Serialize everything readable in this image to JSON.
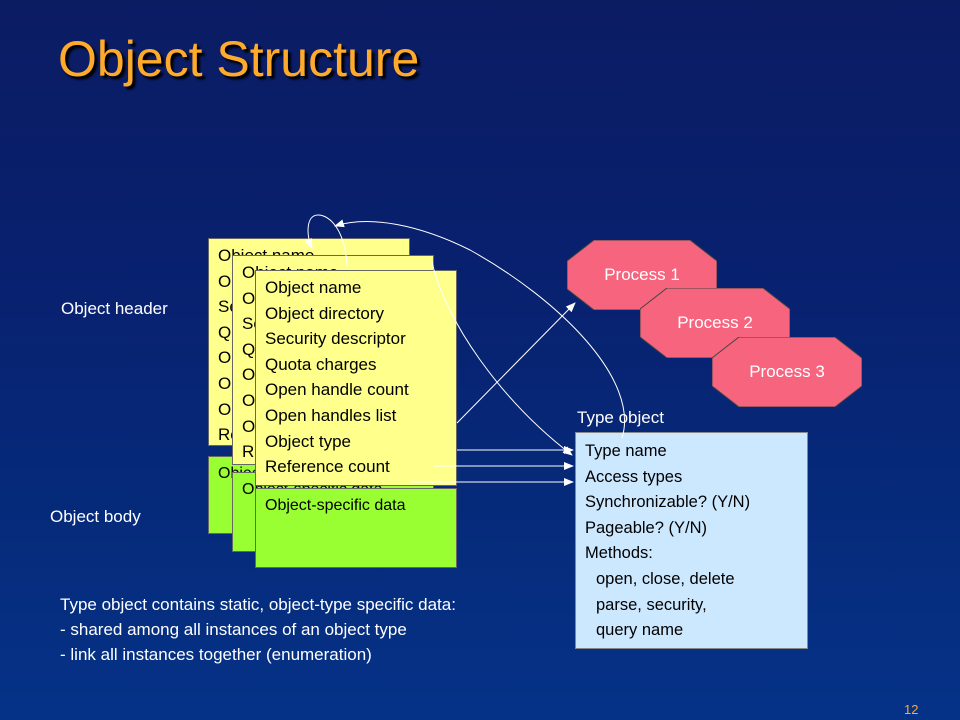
{
  "title": "Object Structure",
  "labels": {
    "object_header": "Object header",
    "object_body": "Object body",
    "type_object": "Type object"
  },
  "header_fields": [
    "Object name",
    "Object directory",
    "Security descriptor",
    "Quota charges",
    "Open handle count",
    "Open handles list",
    "Object type",
    "Reference count"
  ],
  "body_text": "Object-specific data",
  "processes": [
    "Process 1",
    "Process 2",
    "Process 3"
  ],
  "type_fields": [
    "Type name",
    "Access types",
    "Synchronizable? (Y/N)",
    "Pageable? (Y/N)",
    "Methods:",
    "open, close, delete",
    "parse, security,",
    "query name"
  ],
  "notes": [
    "Type object contains static, object-type specific data:",
    "- shared among all instances of an object type",
    "- link all instances together (enumeration)"
  ],
  "page_number": "12",
  "colors": {
    "title": "#ffaa2b",
    "header_card": "#ffff8c",
    "body_card": "#99ff33",
    "process": "#f7647e",
    "type_box": "#cce8ff"
  }
}
